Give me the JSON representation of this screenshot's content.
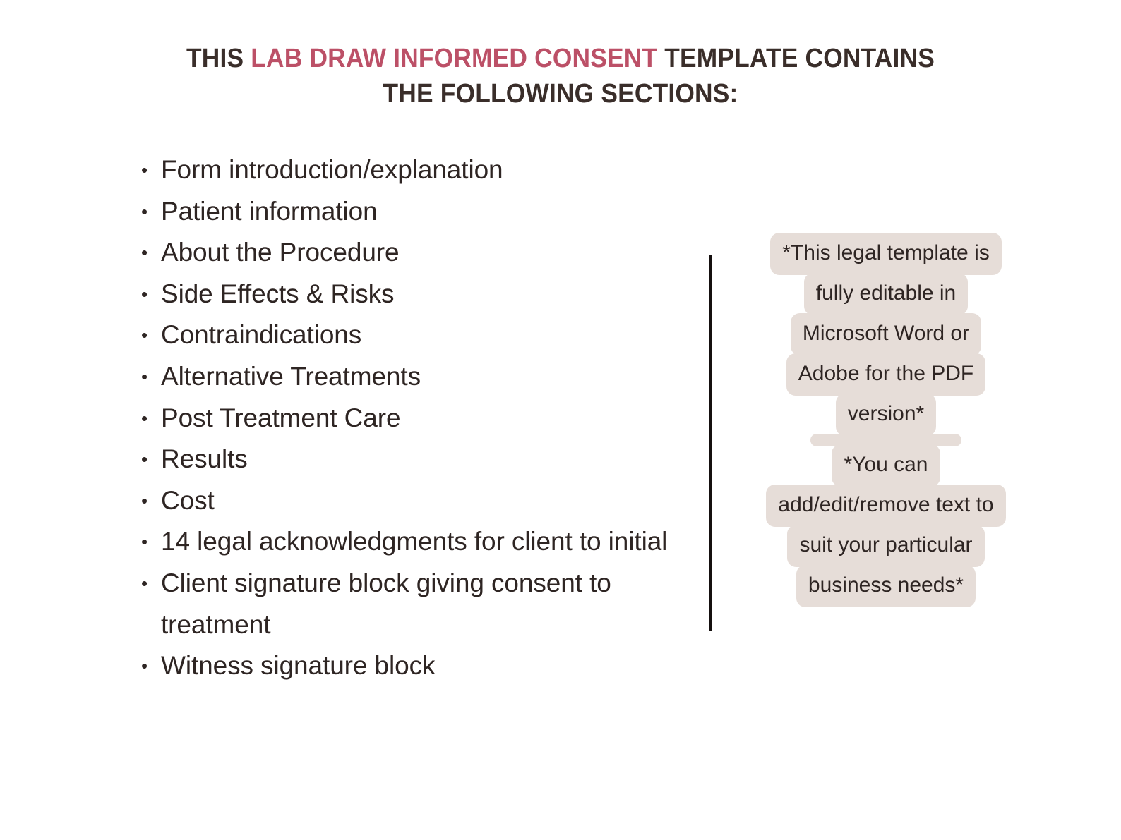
{
  "title": {
    "line1_prefix": "THIS ",
    "line1_accent": "LAB DRAW INFORMED CONSENT",
    "line1_suffix": " TEMPLATE CONTAINS",
    "line2": "THE FOLLOWING SECTIONS:",
    "accent_color": "#BC5067",
    "text_color": "#3A2E2A"
  },
  "sections": [
    {
      "label": "Form introduction/explanation"
    },
    {
      "label": "Patient information"
    },
    {
      "label": "About the Procedure"
    },
    {
      "label": "Side Effects & Risks"
    },
    {
      "label": "Contraindications"
    },
    {
      "label": "Alternative Treatments"
    },
    {
      "label": "Post Treatment Care"
    },
    {
      "label": "Results"
    },
    {
      "label": "Cost"
    },
    {
      "label": "14 legal acknowledgments for client to initial"
    },
    {
      "label": "Client signature block giving consent to treatment"
    },
    {
      "label": "Witness signature block"
    }
  ],
  "callout": {
    "highlight_color": "#E6DDD8",
    "text_color": "#2E2523",
    "lines": [
      {
        "text": "*This legal template is"
      },
      {
        "text": "fully editable in"
      },
      {
        "text": "Microsoft Word or"
      },
      {
        "text": "Adobe for the PDF"
      },
      {
        "text": "version*"
      },
      {
        "text": ""
      },
      {
        "text": "*You can"
      },
      {
        "text": "add/edit/remove text to"
      },
      {
        "text": "suit your particular"
      },
      {
        "text": "business needs*"
      }
    ]
  },
  "divider": {
    "color": "#15100F"
  }
}
